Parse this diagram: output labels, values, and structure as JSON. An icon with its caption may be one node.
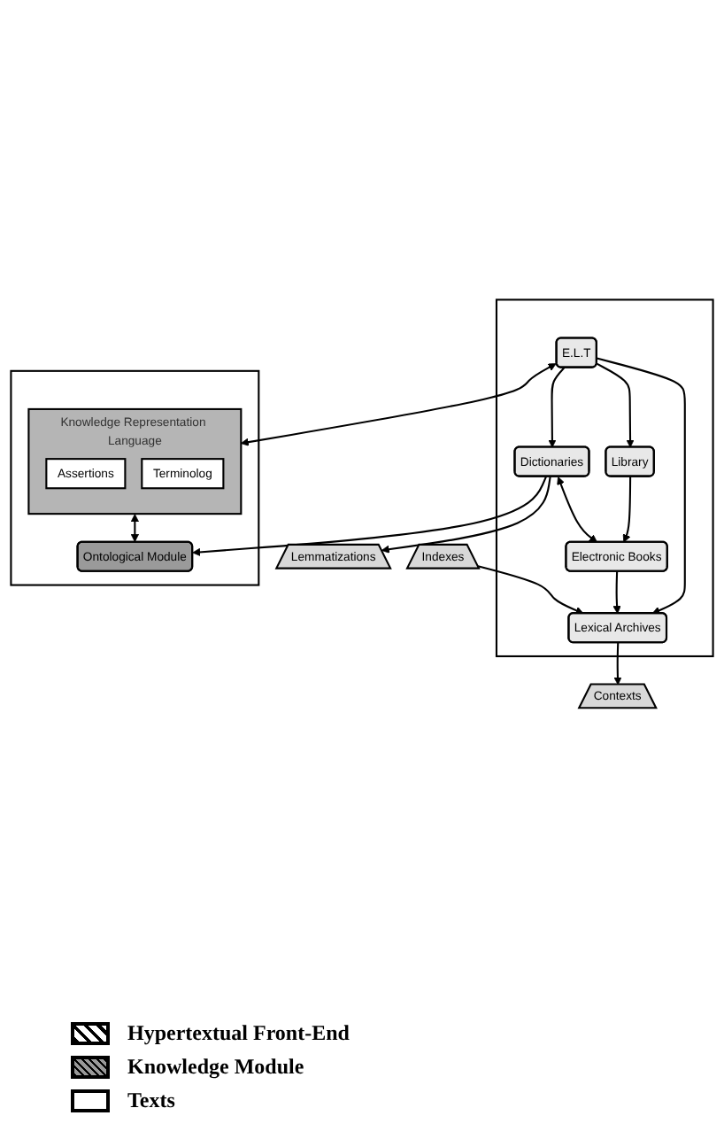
{
  "diagram": {
    "nodes": [
      {
        "text": [],
        "shape": "box"
      },
      {
        "text": [
          "E.L.T"
        ],
        "in": 0
      },
      {
        "text": [
          "Library"
        ],
        "in": 0
      },
      {
        "text": [
          "Electronic Books"
        ],
        "in": 0
      },
      {
        "text": [
          "Lexical Archives"
        ],
        "in": 0
      },
      {
        "text": [
          "Dictionaries"
        ],
        "in": 0
      },
      {
        "text": [],
        "shape": "box"
      },
      {
        "text": [
          "Knowledge Representation Language"
        ],
        "in": 6
      },
      {
        "text": [
          "Assertions"
        ],
        "in": 7
      },
      {
        "text": [
          "Terminolog"
        ],
        "in": 7
      },
      {
        "text": [
          "Ontological Module"
        ],
        "in": 6
      },
      {
        "text": [
          "Indexes"
        ]
      },
      {
        "text": [
          "Contexts"
        ]
      },
      {
        "text": [
          "Lemmatizations"
        ]
      }
    ],
    "edges": [
      {
        "from": 1,
        "to": 7,
        "arrow": "both"
      },
      {
        "from": 1,
        "to": 2,
        "arrow": "to"
      },
      {
        "from": 2,
        "to": 3,
        "arrow": "to"
      },
      {
        "from": 1,
        "to": 4,
        "arrow": "to"
      },
      {
        "from": 1,
        "to": 5,
        "arrow": "to"
      },
      {
        "from": 3,
        "to": 4,
        "arrow": "to"
      },
      {
        "from": 5,
        "to": 3,
        "arrow": "both"
      },
      {
        "from": 7,
        "to": 10,
        "arrow": "both"
      },
      {
        "from": 5,
        "to": 10,
        "arrow": "to"
      },
      {
        "from": 11,
        "to": 4,
        "arrow": "to"
      },
      {
        "from": 4,
        "to": 12,
        "arrow": "to"
      },
      {
        "from": 5,
        "to": 13,
        "arrow": "to"
      }
    ],
    "legend": [
      {
        "text": "Hypertextual Front-End"
      },
      {
        "text": "Knowledge Module"
      },
      {
        "text": "Texts"
      }
    ]
  }
}
